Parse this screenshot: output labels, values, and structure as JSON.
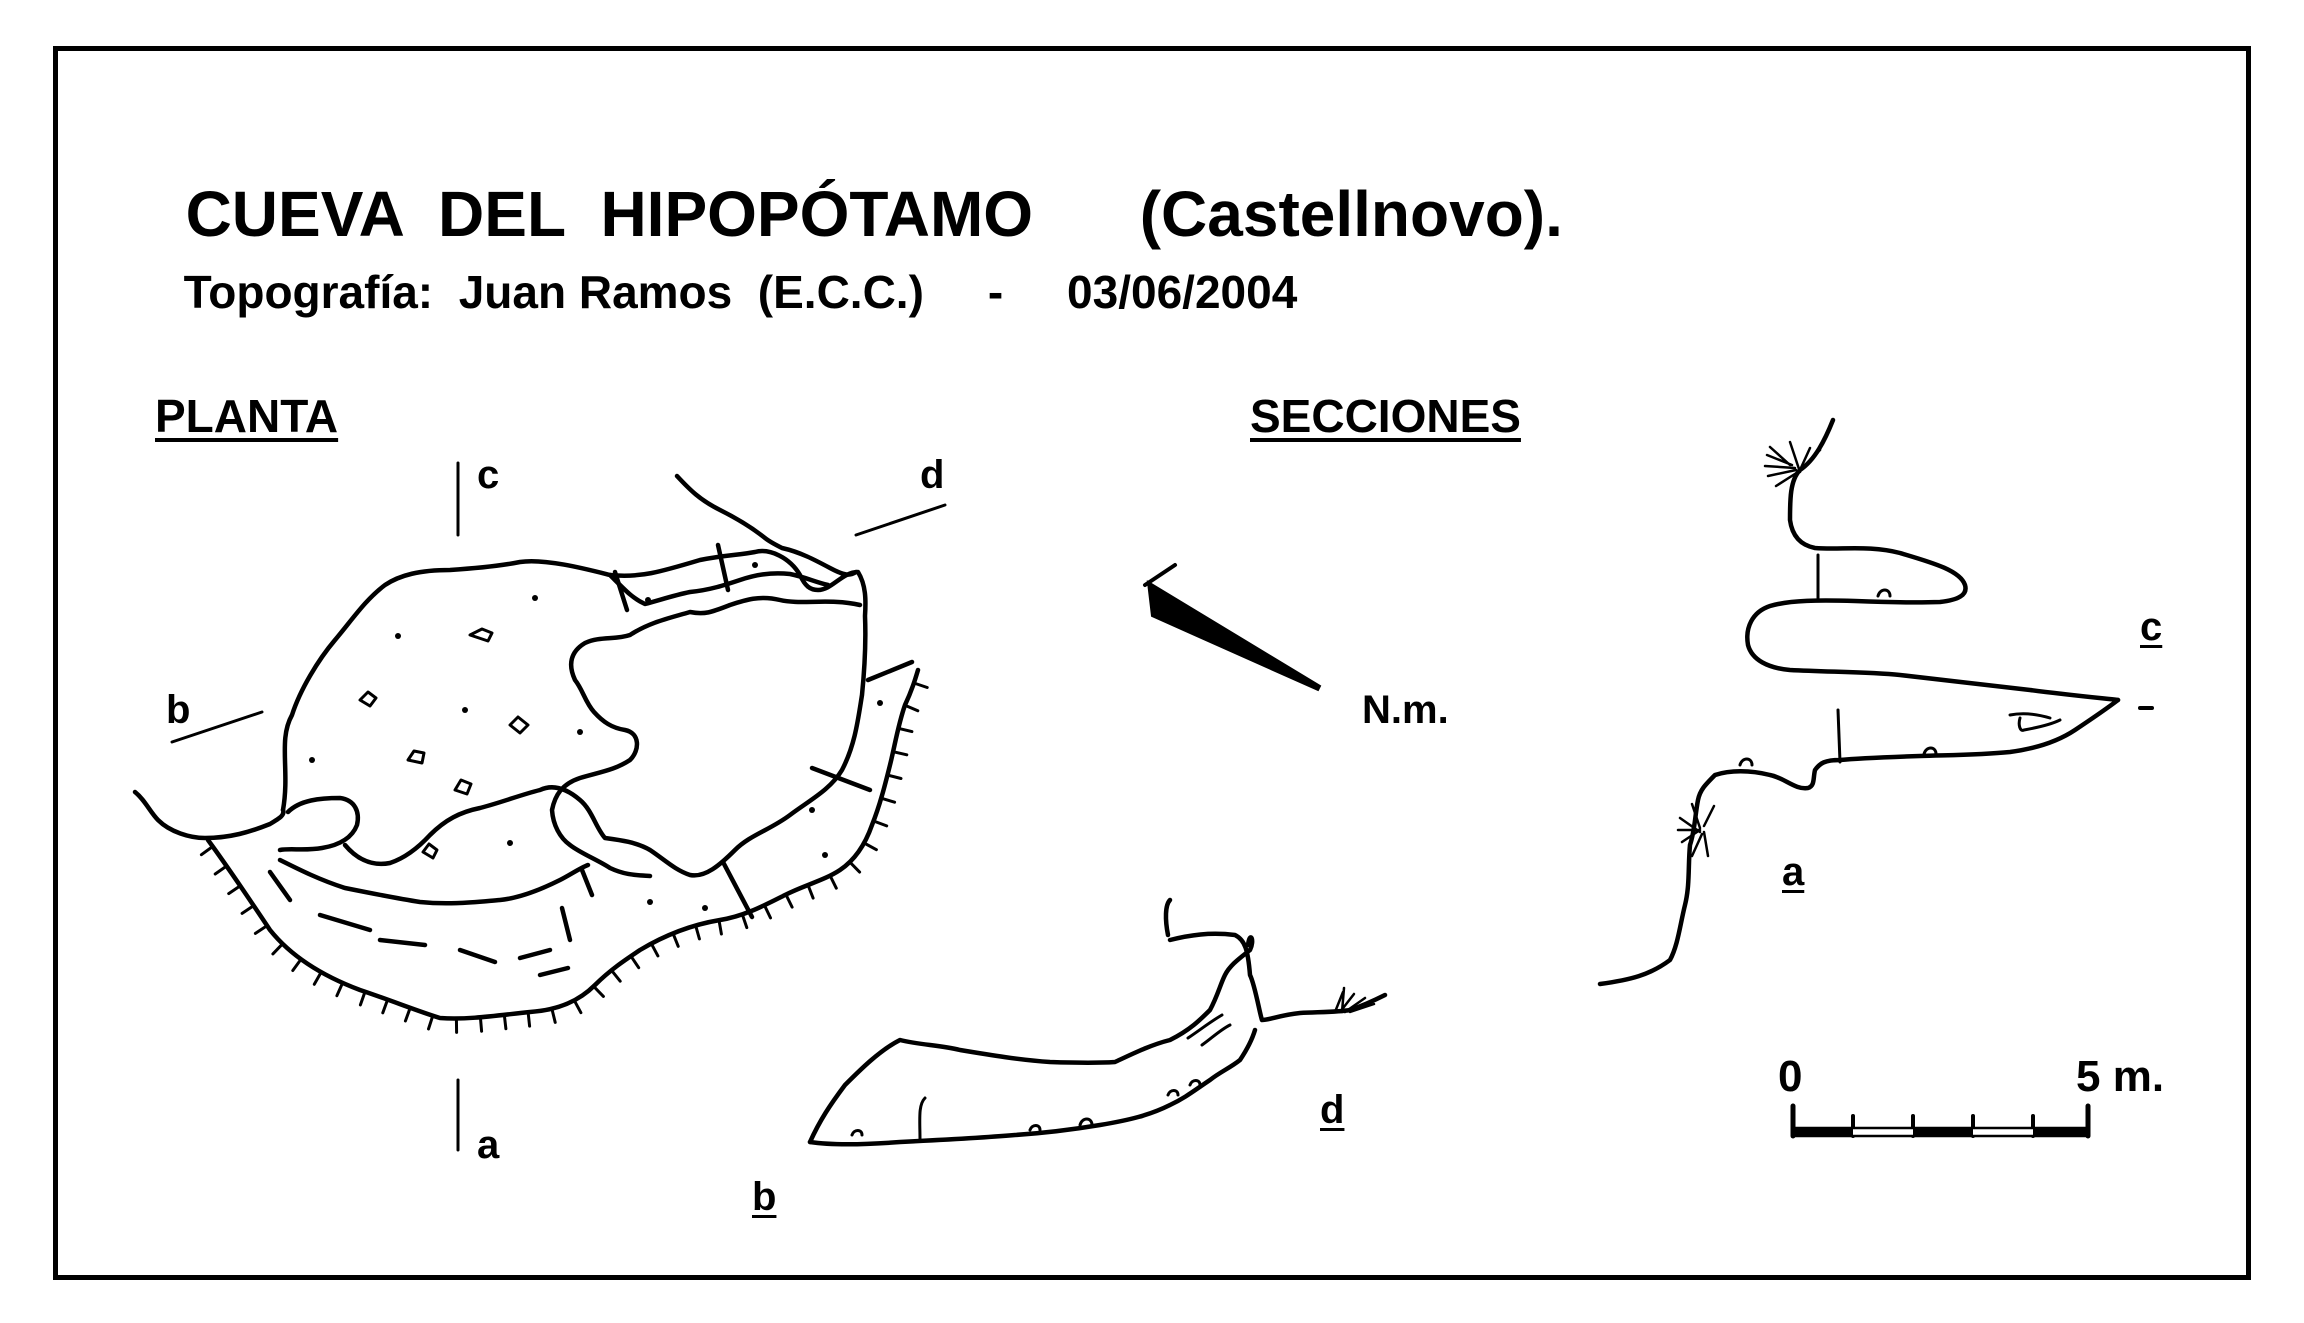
{
  "title": {
    "name": "CUEVA  DEL  HIPOPÓTAMO",
    "place": "(Castellnovo)."
  },
  "subtitle": {
    "label": "Topografía:",
    "author": "Juan Ramos  (E.C.C.)",
    "separator": "-",
    "date": "03/06/2004"
  },
  "plan": {
    "heading": "PLANTA",
    "section_marks": [
      "a",
      "b",
      "c",
      "d"
    ]
  },
  "sections": {
    "heading": "SECCIONES",
    "labels": [
      "a",
      "b",
      "c",
      "d"
    ]
  },
  "north": {
    "label": "N.m."
  },
  "scale": {
    "start": "0",
    "end": "5 m."
  }
}
